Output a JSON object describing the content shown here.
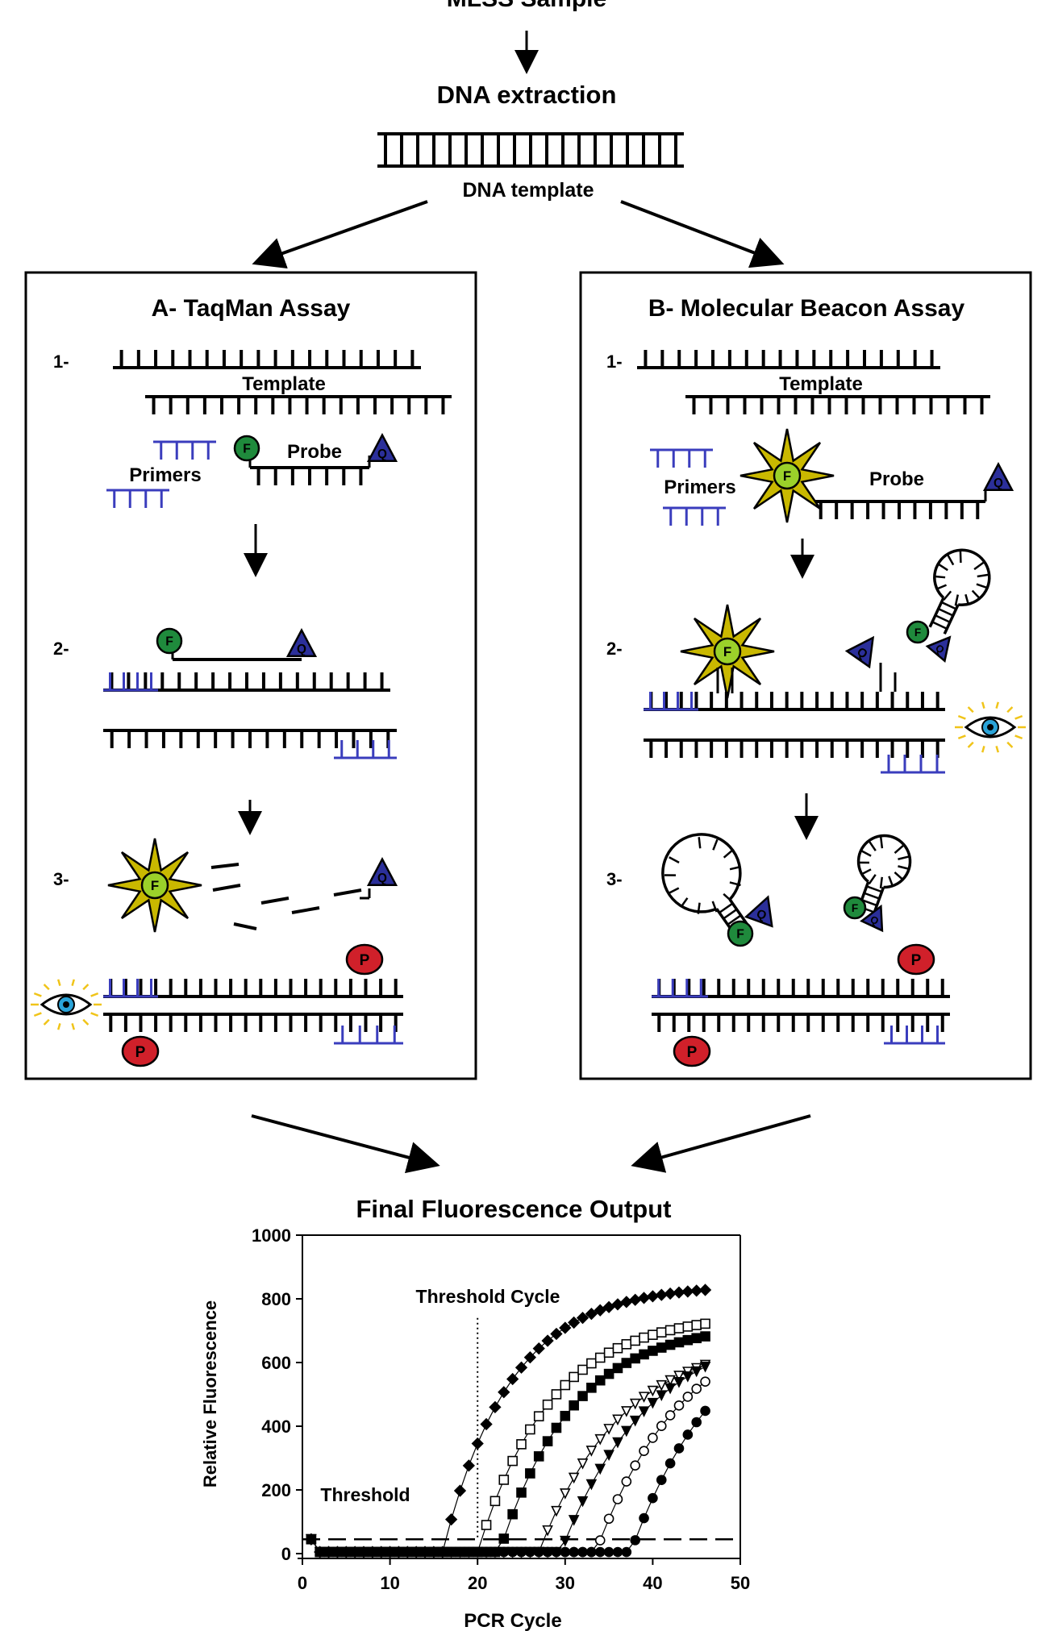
{
  "flow": {
    "sample": "MLSS Sample",
    "extraction": "DNA extraction",
    "template_label": "DNA template",
    "output_title": "Final Fluorescence Output"
  },
  "panel_a": {
    "title": "A- TaqMan Assay",
    "steps": [
      "1-",
      "2-",
      "3-"
    ],
    "template": "Template",
    "primers": "Primers",
    "probe": "Probe",
    "fluor": "F",
    "quench": "Q",
    "pol": "P"
  },
  "panel_b": {
    "title": "B- Molecular Beacon Assay",
    "steps": [
      "1-",
      "2-",
      "3-"
    ],
    "template": "Template",
    "primers": "Primers",
    "probe": "Probe",
    "fluor": "F",
    "quench": "Q",
    "pol": "P"
  },
  "colors": {
    "primer": "#3a3dbd",
    "fluor_green": "#1f8a3c",
    "fluor_lit": "#9bd12a",
    "star_fill": "#c9b800",
    "quench": "#2b2f9a",
    "pol": "#d0202a",
    "eye_iris": "#2aa3d8",
    "eye_rays": "#f0c419"
  },
  "chart_data": {
    "type": "scatter",
    "title": "",
    "xlabel": "PCR Cycle",
    "ylabel": "Relative Fluorescence",
    "xlim": [
      0,
      50
    ],
    "ylim": [
      0,
      1000
    ],
    "xticks": [
      0,
      10,
      20,
      30,
      40,
      50
    ],
    "yticks": [
      0,
      200,
      400,
      600,
      800,
      1000
    ],
    "annotations": {
      "threshold_cycle": "Threshold Cycle",
      "threshold": "Threshold"
    },
    "threshold_value": 45,
    "threshold_cycle_x": 20,
    "grid": false,
    "series": [
      {
        "marker": "diamond-filled",
        "onset": 16,
        "plateau": 840,
        "k": 0.13
      },
      {
        "marker": "square-open",
        "onset": 20,
        "plateau": 750,
        "k": 0.12
      },
      {
        "marker": "square-filled",
        "onset": 22.5,
        "plateau": 720,
        "k": 0.12
      },
      {
        "marker": "triangle-open",
        "onset": 27,
        "plateau": 680,
        "k": 0.105
      },
      {
        "marker": "triangle-filled",
        "onset": 29.5,
        "plateau": 720,
        "k": 0.1
      },
      {
        "marker": "circle-open",
        "onset": 33.5,
        "plateau": 750,
        "k": 0.1
      },
      {
        "marker": "circle-filled",
        "onset": 37.5,
        "plateau": 800,
        "k": 0.095
      }
    ]
  }
}
